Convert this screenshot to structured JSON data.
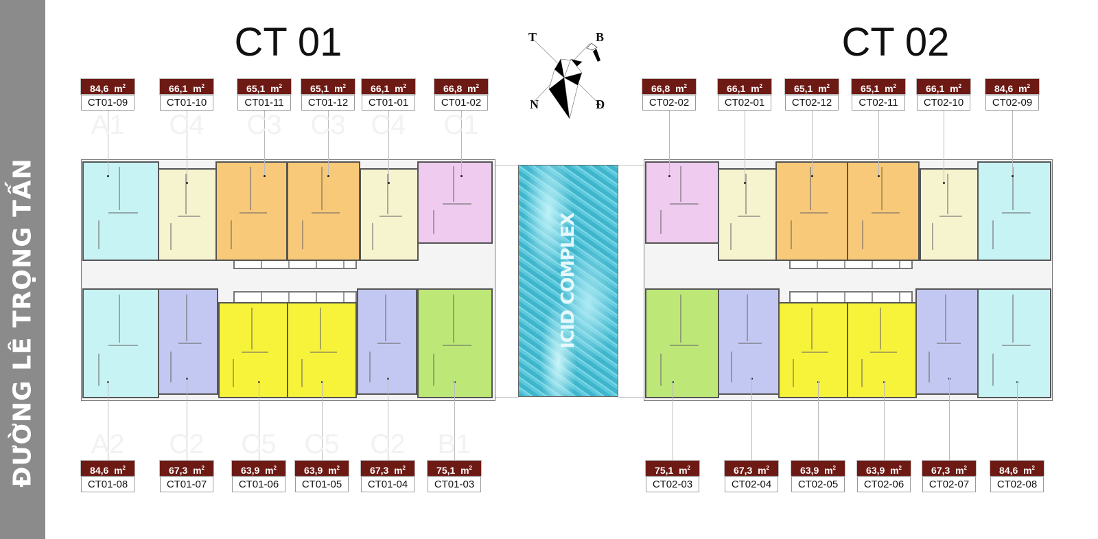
{
  "road_label": "ĐƯỜNG LÊ TRỌNG TẤN",
  "pool_label": "ICID COMPLEX",
  "area_unit": "m",
  "area_unit_sup": "2",
  "compass": {
    "west": "T",
    "north": "B",
    "south": "N",
    "east": "Đ"
  },
  "colors": {
    "label_bg": "#6e1a14",
    "A": "#c8f3f5",
    "C4": "#f6f3cf",
    "C3": "#f7c978",
    "C1": "#eecbef",
    "C2": "#c3c8f2",
    "C5": "#f7f23a",
    "B1": "#bde878"
  },
  "buildings": [
    {
      "title": "CT 01",
      "top_units": [
        {
          "id": "CT01-09",
          "area": "84,6",
          "type": "A1",
          "color_key": "A"
        },
        {
          "id": "CT01-10",
          "area": "66,1",
          "type": "C4",
          "color_key": "C4"
        },
        {
          "id": "CT01-11",
          "area": "65,1",
          "type": "C3",
          "color_key": "C3"
        },
        {
          "id": "CT01-12",
          "area": "65,1",
          "type": "C3",
          "color_key": "C3"
        },
        {
          "id": "CT01-01",
          "area": "66,1",
          "type": "C4",
          "color_key": "C4"
        },
        {
          "id": "CT01-02",
          "area": "66,8",
          "type": "C1",
          "color_key": "C1"
        }
      ],
      "bottom_units": [
        {
          "id": "CT01-08",
          "area": "84,6",
          "type": "A2",
          "color_key": "A"
        },
        {
          "id": "CT01-07",
          "area": "67,3",
          "type": "C2",
          "color_key": "C2"
        },
        {
          "id": "CT01-06",
          "area": "63,9",
          "type": "C5",
          "color_key": "C5"
        },
        {
          "id": "CT01-05",
          "area": "63,9",
          "type": "C5",
          "color_key": "C5"
        },
        {
          "id": "CT01-04",
          "area": "67,3",
          "type": "C2",
          "color_key": "C2"
        },
        {
          "id": "CT01-03",
          "area": "75,1",
          "type": "B1",
          "color_key": "B1"
        }
      ]
    },
    {
      "title": "CT 02",
      "top_units": [
        {
          "id": "CT02-02",
          "area": "66,8",
          "color_key": "C1"
        },
        {
          "id": "CT02-01",
          "area": "66,1",
          "color_key": "C4"
        },
        {
          "id": "CT02-12",
          "area": "65,1",
          "color_key": "C3"
        },
        {
          "id": "CT02-11",
          "area": "65,1",
          "color_key": "C3"
        },
        {
          "id": "CT02-10",
          "area": "66,1",
          "color_key": "C4"
        },
        {
          "id": "CT02-09",
          "area": "84,6",
          "color_key": "A"
        }
      ],
      "bottom_units": [
        {
          "id": "CT02-03",
          "area": "75,1",
          "color_key": "B1"
        },
        {
          "id": "CT02-04",
          "area": "67,3",
          "color_key": "C2"
        },
        {
          "id": "CT02-05",
          "area": "63,9",
          "color_key": "C5"
        },
        {
          "id": "CT02-06",
          "area": "63,9",
          "color_key": "C5"
        },
        {
          "id": "CT02-07",
          "area": "67,3",
          "color_key": "C2"
        },
        {
          "id": "CT02-08",
          "area": "84,6",
          "color_key": "A"
        }
      ]
    }
  ]
}
